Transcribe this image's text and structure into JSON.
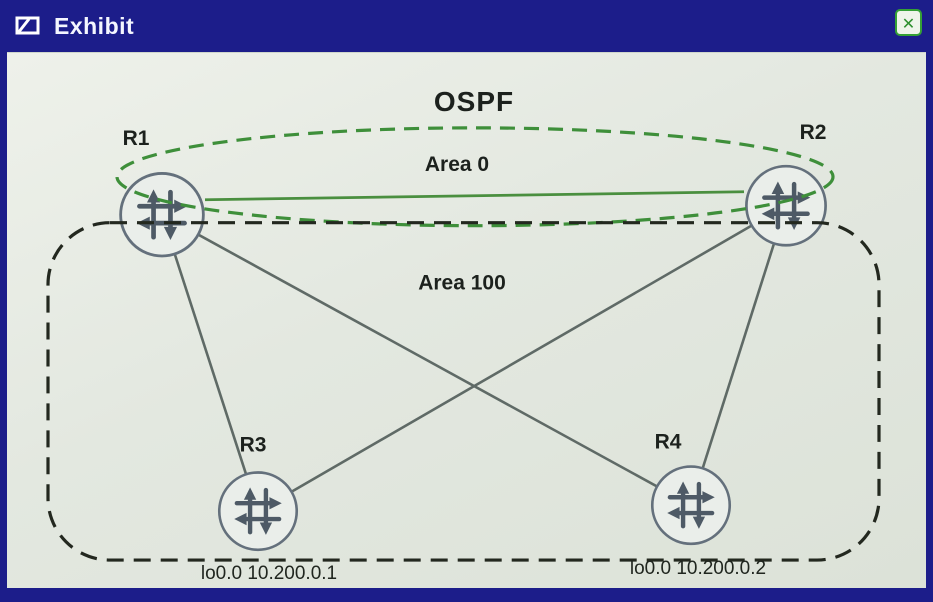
{
  "window": {
    "title": "Exhibit",
    "close_glyph": "✕"
  },
  "diagram": {
    "title": "OSPF",
    "areas": {
      "area0": {
        "label": "Area 0",
        "color": "#3e8f3a",
        "style": "dashed-ellipse"
      },
      "area100": {
        "label": "Area 100",
        "color": "#23281f",
        "style": "dashed-rounded-rect"
      }
    },
    "nodes": {
      "r1": "R1",
      "r2": "R2",
      "r3": "R3",
      "r4": "R4"
    },
    "links": [
      {
        "from": "R1",
        "to": "R2",
        "color": "#4a8f3f",
        "area": "Area 0"
      },
      {
        "from": "R1",
        "to": "R3",
        "color": "#5f6a66",
        "area": "Area 100"
      },
      {
        "from": "R1",
        "to": "R4",
        "color": "#5f6a66",
        "area": "Area 100"
      },
      {
        "from": "R2",
        "to": "R3",
        "color": "#5f6a66",
        "area": "Area 100"
      },
      {
        "from": "R2",
        "to": "R4",
        "color": "#5f6a66",
        "area": "Area 100"
      }
    ],
    "loopbacks": {
      "left": "lo0.0 10.200.0.1",
      "right": "lo0.0 10.200.0.2"
    },
    "colors": {
      "window_chrome": "#1c1d8a",
      "content_background": "#e3e8e0",
      "area0_green": "#3e8f3a",
      "area100_dark": "#23281f",
      "router_stroke": "#64707c",
      "link_gray": "#5f6a66"
    }
  }
}
